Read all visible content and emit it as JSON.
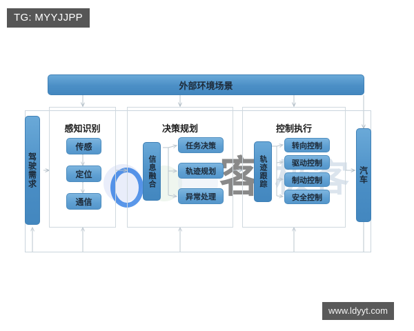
{
  "overlays": {
    "tg_tag": "TG: MYYJJPP",
    "site_tag": "www.ldyyt.com",
    "watermark_text": "客",
    "watermark_text2": "极客"
  },
  "diagram": {
    "top_bar": {
      "label": "外部环境场景"
    },
    "left_bar": {
      "label": "驾驶需求"
    },
    "right_bar": {
      "label": "汽车"
    },
    "panels": [
      {
        "title": "感知识别",
        "nodes": [
          {
            "label": "传感"
          },
          {
            "label": "定位"
          },
          {
            "label": "通信"
          }
        ]
      },
      {
        "title": "决策规划",
        "hub": {
          "label": "信息融合"
        },
        "nodes": [
          {
            "label": "任务决策"
          },
          {
            "label": "轨迹规划"
          },
          {
            "label": "异常处理"
          }
        ]
      },
      {
        "title": "控制执行",
        "hub": {
          "label": "轨迹跟踪"
        },
        "nodes": [
          {
            "label": "转向控制"
          },
          {
            "label": "驱动控制"
          },
          {
            "label": "制动控制"
          },
          {
            "label": "安全控制"
          }
        ]
      }
    ],
    "colors": {
      "box_fill": "#4b8fc6",
      "box_border": "#3e7fb5",
      "panel_border": "#cfd8de",
      "connector": "#b9c4cc",
      "tag_bg": "#565656"
    }
  }
}
